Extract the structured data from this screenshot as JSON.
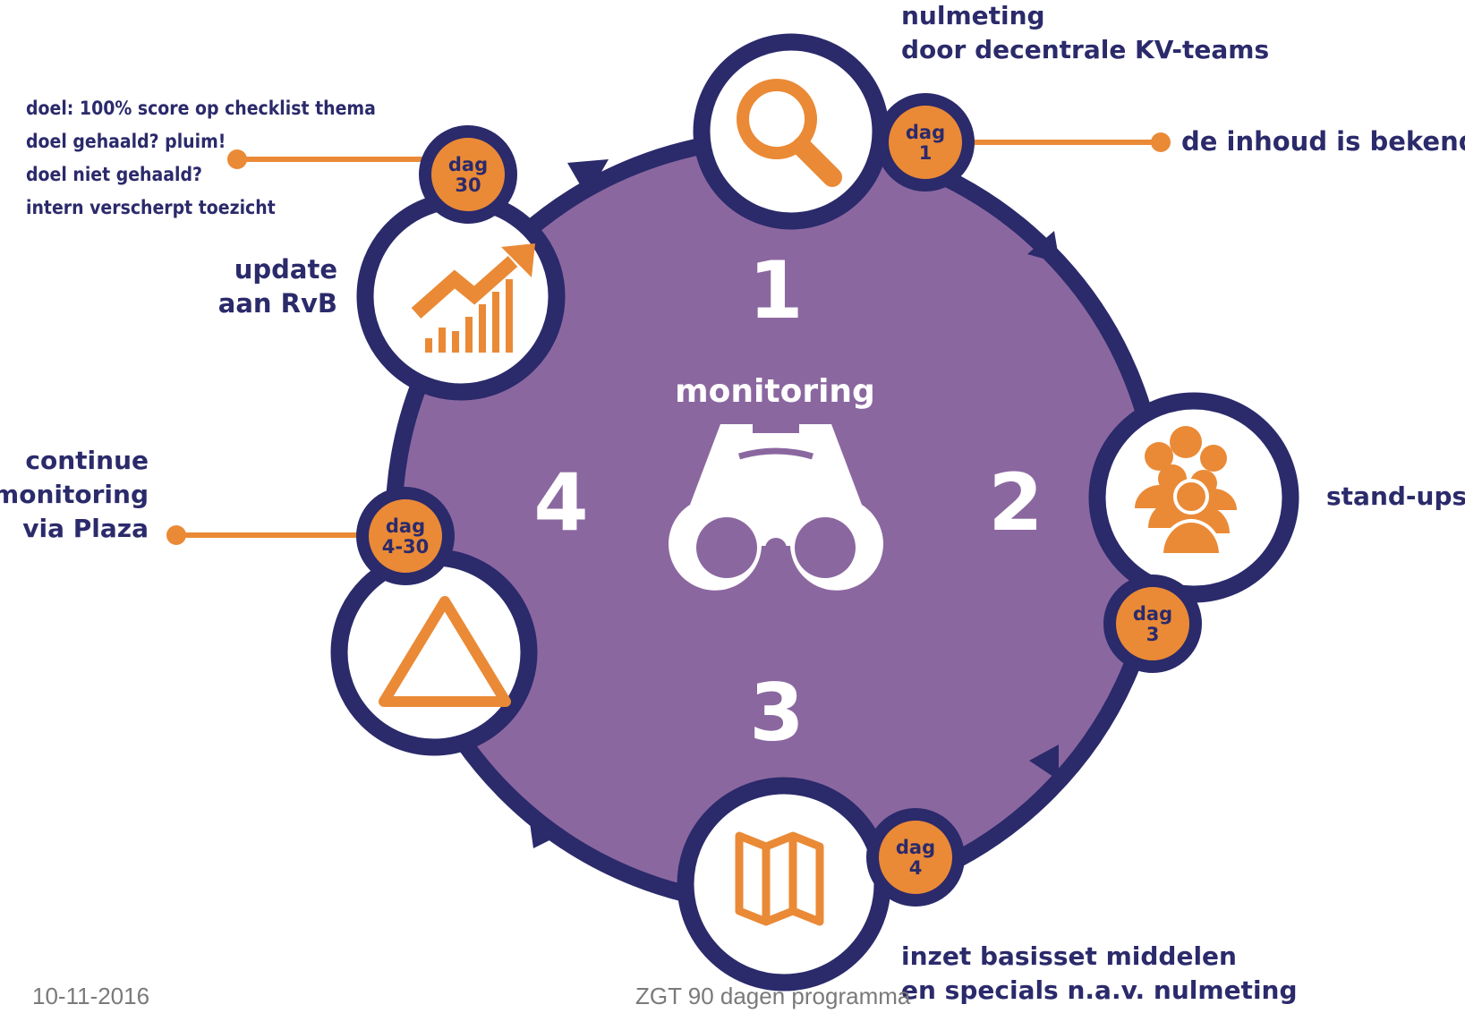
{
  "center": {
    "title": "monitoring"
  },
  "steps": [
    {
      "number": "1"
    },
    {
      "number": "2"
    },
    {
      "number": "3"
    },
    {
      "number": "4"
    }
  ],
  "badges": [
    {
      "line1": "dag",
      "line2": "1"
    },
    {
      "line1": "dag",
      "line2": "3"
    },
    {
      "line1": "dag",
      "line2": "4"
    },
    {
      "line1": "dag",
      "line2": "4-30"
    },
    {
      "line1": "dag",
      "line2": "30"
    }
  ],
  "labels": {
    "nulmeting": [
      "nulmeting",
      "door decentrale KV-teams"
    ],
    "inhoud": "de inhoud is bekend",
    "standups": "stand-ups",
    "inzet": [
      "inzet basisset middelen",
      "en specials n.a.v. nulmeting"
    ],
    "continue": [
      "continue",
      "monitoring",
      "via Plaza"
    ],
    "update": [
      "update",
      "aan RvB"
    ],
    "doel": [
      "doel: 100% score op checklist thema",
      "doel gehaald? pluim!",
      "doel niet gehaald?",
      "intern verscherpt toezicht"
    ]
  },
  "icons": {
    "step1": "magnifier-icon",
    "step2": "people-group-icon",
    "step3": "map-icon",
    "step4": "triangle-icon",
    "step5": "trend-chart-icon",
    "center": "binoculars-icon"
  },
  "colors": {
    "purple": "#8b67a0",
    "navy": "#2b2a6b",
    "orange": "#ea8a36"
  },
  "footer": {
    "date": "10-11-2016",
    "program": "ZGT 90 dagen programma"
  }
}
